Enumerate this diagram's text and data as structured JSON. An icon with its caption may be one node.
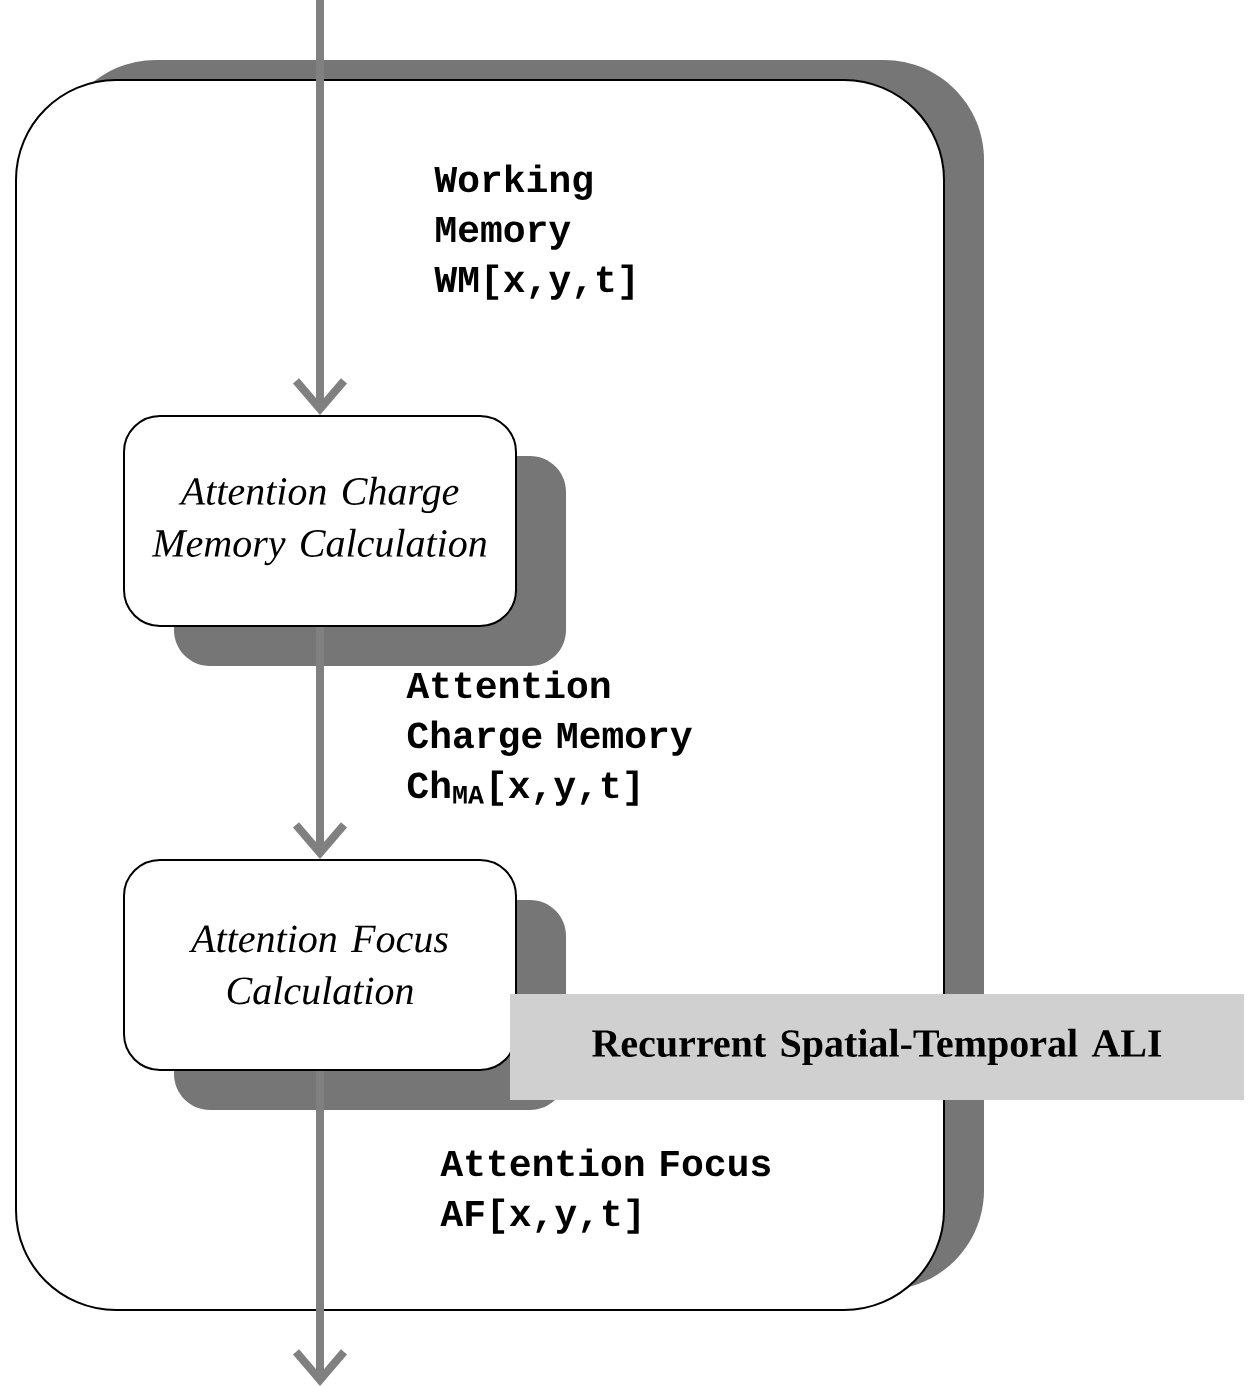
{
  "diagram": {
    "nodes": [
      {
        "text": [],
        "shape": "box"
      },
      {
        "text": [
          "Attention Charge Memory Calculation"
        ],
        "in": 0
      },
      {
        "text": [
          "Attention Focus Calculation"
        ],
        "in": 0
      },
      {
        "text": [
          "Recurrent Spatial-Temporal ALI"
        ]
      }
    ],
    "edges": [
      {
        "from": null,
        "to": 1,
        "arrow": "to",
        "label": "Working Memory WM[x,y,t]"
      },
      {
        "from": 1,
        "to": 2,
        "arrow": "to",
        "label": "Attention Charge Memory Ch$_{MA}$[x,y,t]"
      },
      {
        "from": 2,
        "to": null,
        "arrow": "to",
        "label": "Attention Focus AF[x,y,t]"
      }
    ]
  }
}
